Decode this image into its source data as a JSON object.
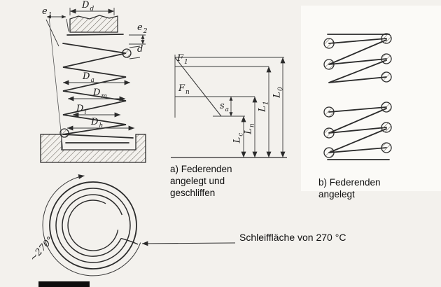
{
  "colors": {
    "ink": "#2b2b2b",
    "paper": "#f3f1ed",
    "paper_bright": "#fbfaf7",
    "scan_bar": "#0d0d0d"
  },
  "dim_labels": {
    "e1": {
      "base": "e",
      "sub": "1"
    },
    "Dd": {
      "base": "D",
      "sub": "d"
    },
    "e2": {
      "base": "e",
      "sub": "2"
    },
    "d": {
      "base": "d",
      "sub": ""
    },
    "Da": {
      "base": "D",
      "sub": "a"
    },
    "Dm": {
      "base": "D",
      "sub": "m"
    },
    "Di": {
      "base": "D",
      "sub": "i"
    },
    "Dh": {
      "base": "D",
      "sub": "h"
    },
    "F1": {
      "base": "F",
      "sub": "1"
    },
    "Fn": {
      "base": "F",
      "sub": "n"
    },
    "sa": {
      "base": "s",
      "sub": "a"
    },
    "Lc": {
      "base": "L",
      "sub": "c"
    },
    "Ln": {
      "base": "L",
      "sub": "n"
    },
    "L1": {
      "base": "L",
      "sub": "1"
    },
    "L0": {
      "base": "L",
      "sub": "0"
    }
  },
  "captions": {
    "a": {
      "line1": "a) Federenden",
      "line2": "angelegt und",
      "line3": "geschliffen"
    },
    "b": {
      "line1": "b) Federenden",
      "line2": "angelegt"
    },
    "grinding_note": "Schleiffläche von 270 °C",
    "angle_label": "~270°"
  }
}
